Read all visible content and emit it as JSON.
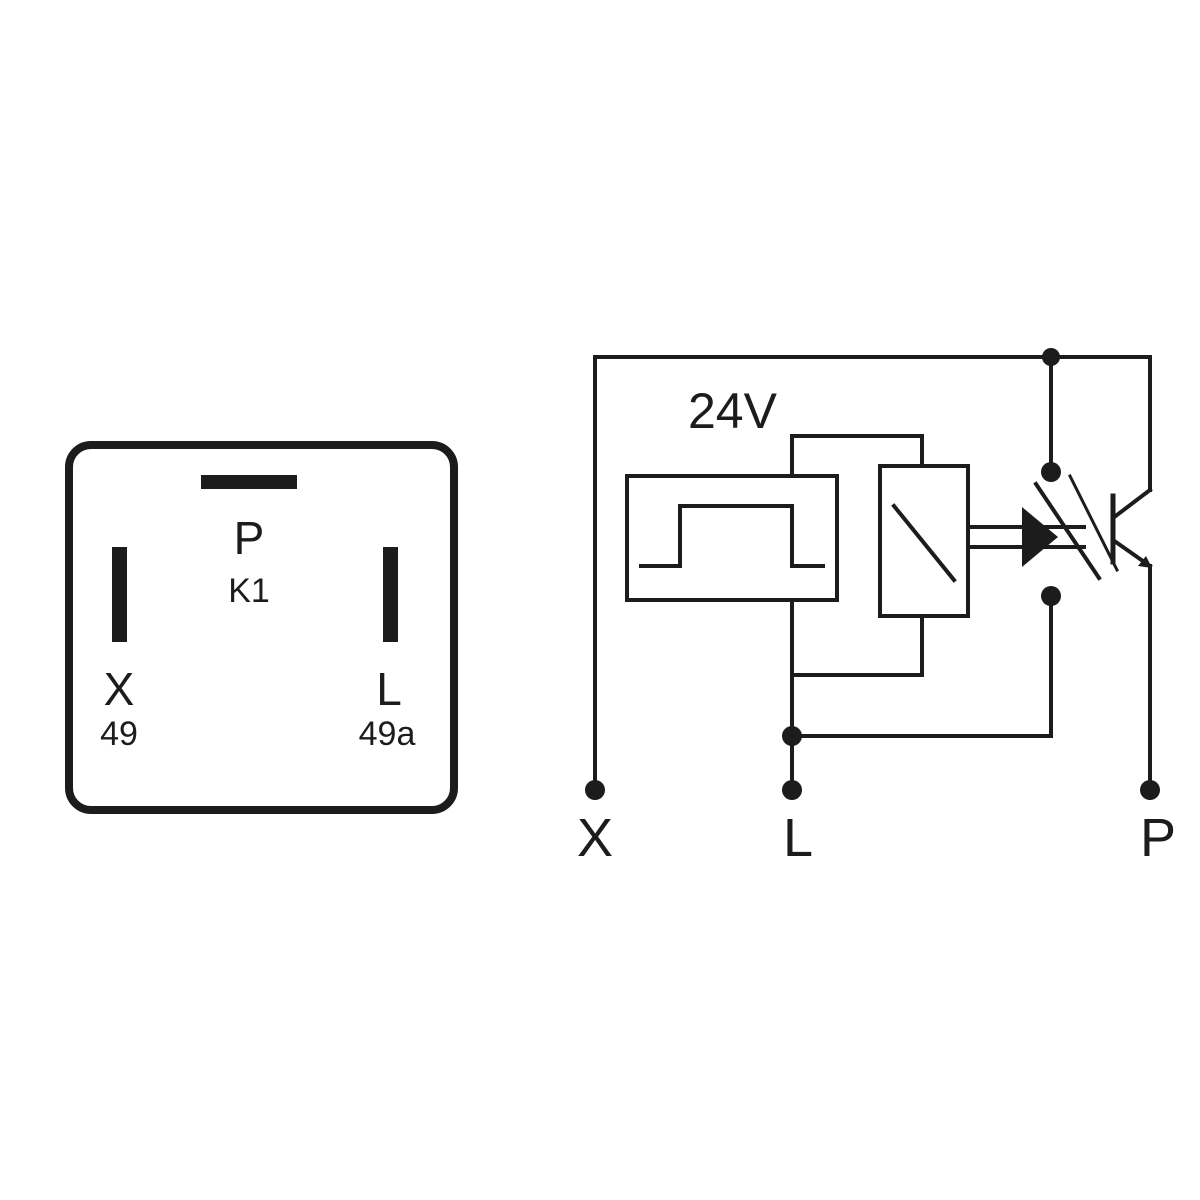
{
  "colors": {
    "ink": "#1c1c1c",
    "background": "#ffffff"
  },
  "connector": {
    "top_pin": {
      "letter": "P",
      "code": "K1"
    },
    "left_pin": {
      "letter": "X",
      "code": "49"
    },
    "right_pin": {
      "letter": "L",
      "code": "49a"
    }
  },
  "circuit": {
    "supply_label": "24V",
    "terminals": {
      "x": "X",
      "l": "L",
      "p": "P"
    }
  }
}
